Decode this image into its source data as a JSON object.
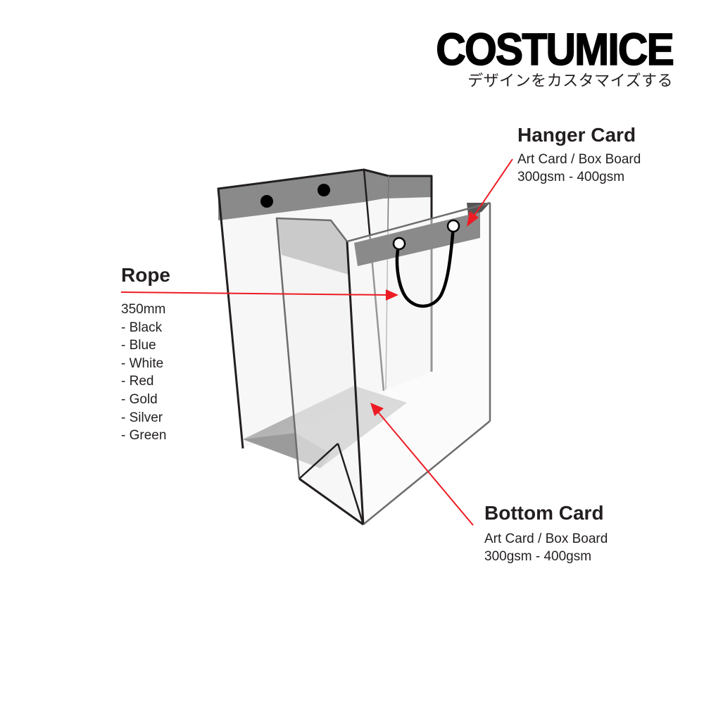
{
  "brand": {
    "name": "COSTUMICE",
    "tagline": "デザインをカスタマイズする"
  },
  "callouts": {
    "hanger": {
      "title": "Hanger Card",
      "lines": [
        "Art Card / Box Board",
        "300gsm - 400gsm"
      ]
    },
    "rope": {
      "title": "Rope",
      "lines": [
        "350mm",
        "- Black",
        "- Blue",
        "- White",
        "- Red",
        "- Gold",
        "- Silver",
        "- Green"
      ]
    },
    "bottom": {
      "title": "Bottom Card",
      "lines": [
        "Art Card / Box Board",
        "300gsm - 400gsm"
      ]
    }
  },
  "colors": {
    "arrow": "#ed1c24",
    "outline": "#231f20",
    "card_gray": "#8a8a8a",
    "bottom_gray": "#9d9d9d",
    "rope": "#000000"
  }
}
